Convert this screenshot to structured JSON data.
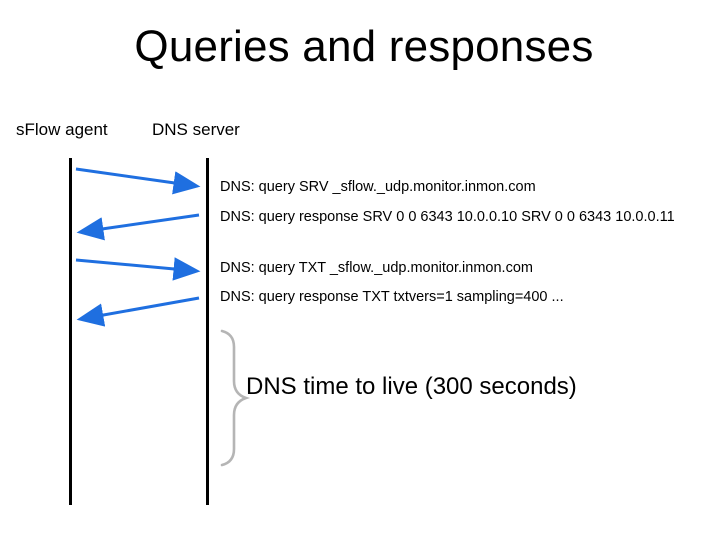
{
  "slide": {
    "title": "Queries and responses",
    "background_color": "#ffffff",
    "arrow_color": "#1f6fe0",
    "lifeline_color": "#000000",
    "brace_color": "#b0b0b0"
  },
  "lanes": [
    {
      "id": "sflow-agent",
      "label": "sFlow agent"
    },
    {
      "id": "dns-server",
      "label": "DNS server"
    }
  ],
  "messages": [
    {
      "id": "query-srv",
      "direction": "right",
      "text": "DNS:  query SRV _sflow._udp.monitor.inmon.com"
    },
    {
      "id": "response-srv",
      "direction": "left",
      "text": "DNS:  query response SRV 0 0 6343 10.0.0.10 SRV 0 0 6343 10.0.0.11"
    },
    {
      "id": "query-txt",
      "direction": "right",
      "text": "DNS:  query TXT _sflow._udp.monitor.inmon.com"
    },
    {
      "id": "response-txt",
      "direction": "left",
      "text": "DNS:  query response TXT txtvers=1 sampling=400 ..."
    }
  ],
  "annotation": {
    "ttl_label": "DNS time to live (300 seconds)"
  }
}
